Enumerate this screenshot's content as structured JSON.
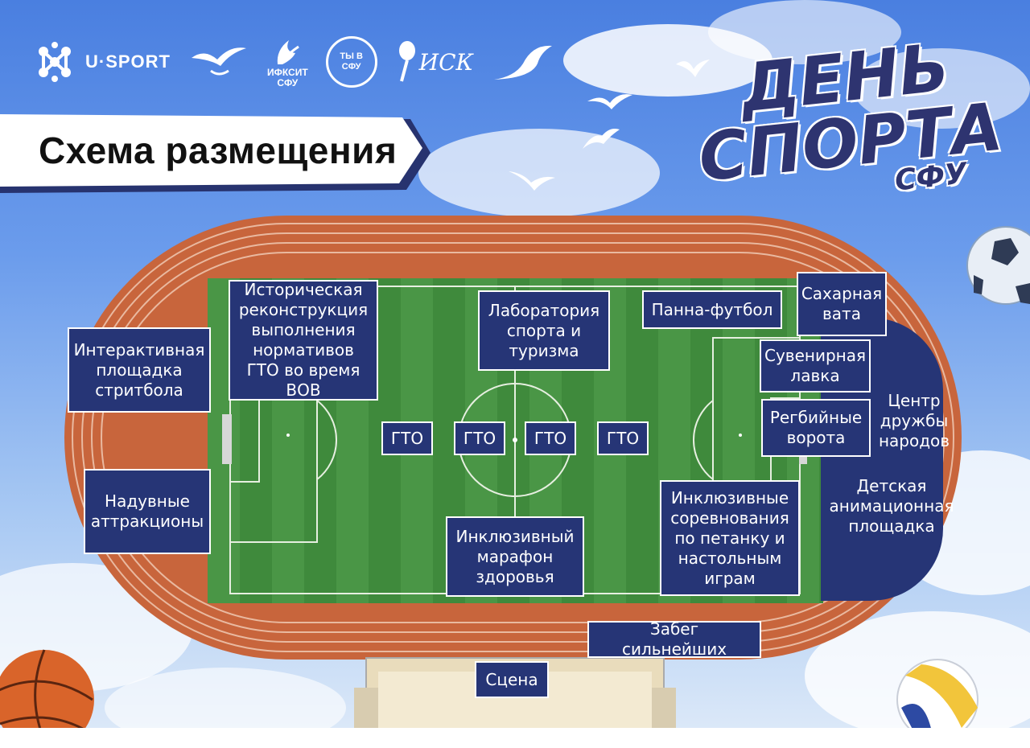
{
  "logos": {
    "usport": "U·SPORT",
    "ifksit": "ИФКСИТ",
    "ifksit_sub": "СФУ",
    "ty_v_sfu": "ТЫ В СФУ",
    "isk": "ИСК"
  },
  "header": {
    "scheme_title": "Схема размещения",
    "event_line1": "ДЕНЬ",
    "event_line2": "СПОРТА",
    "event_line3": "СФУ"
  },
  "zones": {
    "streetball": "Интерактивная площадка стритбола",
    "inflatable": "Надувные аттракционы",
    "historical": "Историческая реконструкция выполнения нормативов ГТО во время ВОВ",
    "laboratory": "Лаборатория спорта и туризма",
    "panna": "Панна-футбол",
    "cotton_candy": "Сахарная вата",
    "souvenir": "Сувенирная лавка",
    "rugby": "Регбийные ворота",
    "friendship": "Центр дружбы народов",
    "kids": "Детская анимационная площадка",
    "gto1": "ГТО",
    "gto2": "ГТО",
    "gto3": "ГТО",
    "gto4": "ГТО",
    "marathon": "Инклюзивный марафон здоровья",
    "inclusive_games": "Инклюзивные соревнования по петанку и настольным играм",
    "strongest": "Забег сильнейших",
    "stage": "Сцена"
  }
}
